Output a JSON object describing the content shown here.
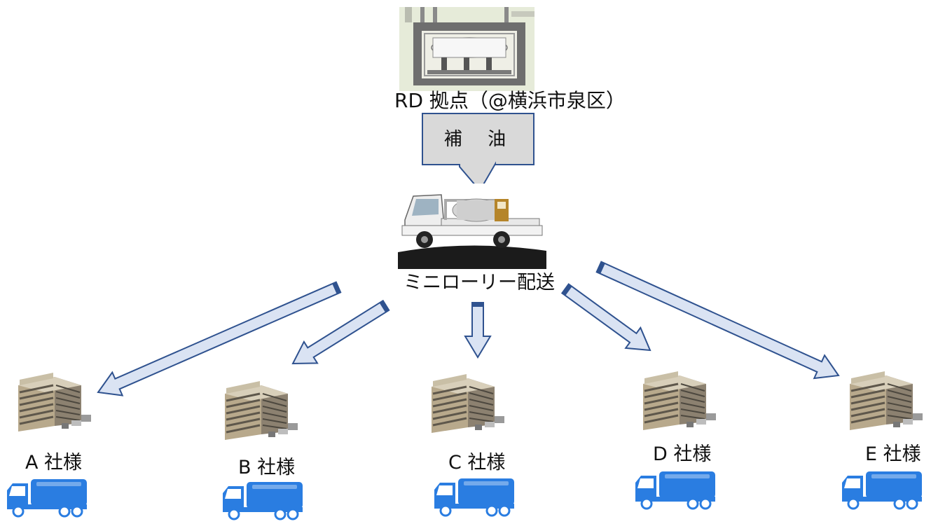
{
  "hub": {
    "label": "RD 拠点（@横浜市泉区）",
    "icon": "storage-tank-photo"
  },
  "refuel": {
    "label": "補 油",
    "color": "#d9d9d9"
  },
  "delivery": {
    "label": "ミニローリー配送",
    "icon": "mini-tank-truck-photo"
  },
  "arrow_colors": {
    "outline": "#2f528f",
    "fill": "#dae3f3"
  },
  "customers": [
    {
      "label": "A 社様",
      "building_icon": "building-icon",
      "truck_icon": "tank-truck-icon"
    },
    {
      "label": "B 社様",
      "building_icon": "building-icon",
      "truck_icon": "tank-truck-icon"
    },
    {
      "label": "C 社様",
      "building_icon": "building-icon",
      "truck_icon": "tank-truck-icon"
    },
    {
      "label": "D 社様",
      "building_icon": "building-icon",
      "truck_icon": "tank-truck-icon"
    },
    {
      "label": "E 社様",
      "building_icon": "building-icon",
      "truck_icon": "tank-truck-icon"
    }
  ],
  "truck_color": "#2a7de1"
}
